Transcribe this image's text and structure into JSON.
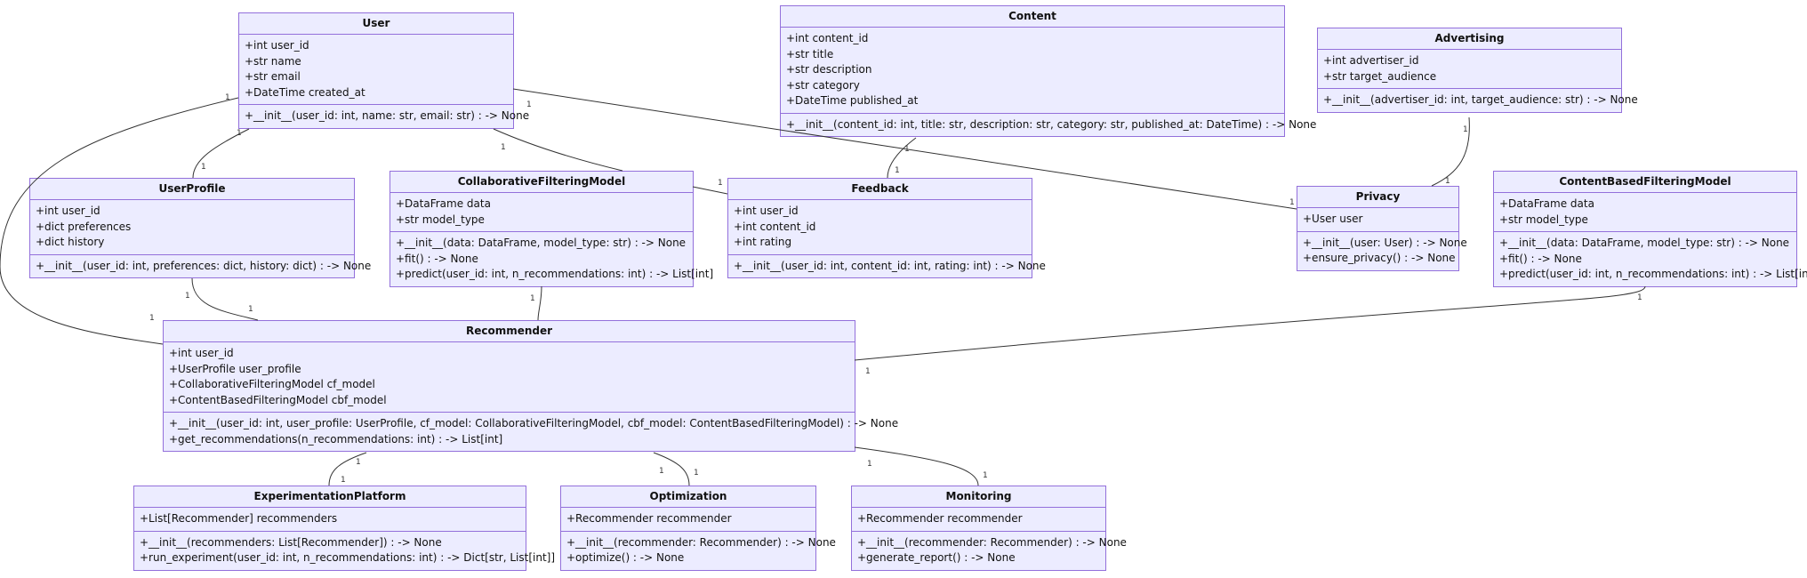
{
  "colors": {
    "box_fill": "#ececff",
    "box_border": "#9370db",
    "edge": "#333333"
  },
  "classes": [
    {
      "name": "User",
      "attributes": [
        "+int user_id",
        "+str name",
        "+str email",
        "+DateTime created_at"
      ],
      "methods": [
        "+__init__(user_id: int, name: str, email: str) : -> None"
      ]
    },
    {
      "name": "Content",
      "attributes": [
        "+int content_id",
        "+str title",
        "+str description",
        "+str category",
        "+DateTime published_at"
      ],
      "methods": [
        "+__init__(content_id: int, title: str, description: str, category: str, published_at: DateTime) : -> None"
      ]
    },
    {
      "name": "Advertising",
      "attributes": [
        "+int advertiser_id",
        "+str target_audience"
      ],
      "methods": [
        "+__init__(advertiser_id: int, target_audience: str) : -> None"
      ]
    },
    {
      "name": "UserProfile",
      "attributes": [
        "+int user_id",
        "+dict preferences",
        "+dict history"
      ],
      "methods": [
        "+__init__(user_id: int, preferences: dict, history: dict) : -> None"
      ]
    },
    {
      "name": "CollaborativeFilteringModel",
      "attributes": [
        "+DataFrame data",
        "+str model_type"
      ],
      "methods": [
        "+__init__(data: DataFrame, model_type: str) : -> None",
        "+fit() : -> None",
        "+predict(user_id: int, n_recommendations: int) : -> List[int]"
      ]
    },
    {
      "name": "Feedback",
      "attributes": [
        "+int user_id",
        "+int content_id",
        "+int rating"
      ],
      "methods": [
        "+__init__(user_id: int, content_id: int, rating: int) : -> None"
      ]
    },
    {
      "name": "Privacy",
      "attributes": [
        "+User user"
      ],
      "methods": [
        "+__init__(user: User) : -> None",
        "+ensure_privacy() : -> None"
      ]
    },
    {
      "name": "ContentBasedFilteringModel",
      "attributes": [
        "+DataFrame data",
        "+str model_type"
      ],
      "methods": [
        "+__init__(data: DataFrame, model_type: str) : -> None",
        "+fit() : -> None",
        "+predict(user_id: int, n_recommendations: int) : -> List[int]"
      ]
    },
    {
      "name": "Recommender",
      "attributes": [
        "+int user_id",
        "+UserProfile user_profile",
        "+CollaborativeFilteringModel cf_model",
        "+ContentBasedFilteringModel cbf_model"
      ],
      "methods": [
        "+__init__(user_id: int, user_profile: UserProfile, cf_model: CollaborativeFilteringModel, cbf_model: ContentBasedFilteringModel) : -> None",
        "+get_recommendations(n_recommendations: int) : -> List[int]"
      ]
    },
    {
      "name": "ExperimentationPlatform",
      "attributes": [
        "+List[Recommender] recommenders"
      ],
      "methods": [
        "+__init__(recommenders: List[Recommender]) : -> None",
        "+run_experiment(user_id: int, n_recommendations: int) : -> Dict[str, List[int]]"
      ]
    },
    {
      "name": "Optimization",
      "attributes": [
        "+Recommender recommender"
      ],
      "methods": [
        "+__init__(recommender: Recommender) : -> None",
        "+optimize() : -> None"
      ]
    },
    {
      "name": "Monitoring",
      "attributes": [
        "+Recommender recommender"
      ],
      "methods": [
        "+__init__(recommender: Recommender) : -> None",
        "+generate_report() : -> None"
      ]
    }
  ],
  "relations": [
    {
      "from": "User",
      "to": "Recommender",
      "from_mult": "1",
      "to_mult": "1"
    },
    {
      "from": "User",
      "to": "UserProfile",
      "from_mult": "1",
      "to_mult": "1"
    },
    {
      "from": "User",
      "to": "CollaborativeFilteringModel",
      "from_mult": "1",
      "to_mult": ""
    },
    {
      "from": "User",
      "to": "Privacy",
      "from_mult": "1",
      "to_mult": "1"
    },
    {
      "from": "Content",
      "to": "Feedback",
      "from_mult": "1",
      "to_mult": "1"
    },
    {
      "from": "CollaborativeFilteringModel",
      "to": "Feedback",
      "from_mult": "",
      "to_mult": "1"
    },
    {
      "from": "Advertising",
      "to": "Privacy",
      "from_mult": "1",
      "to_mult": "1"
    },
    {
      "from": "UserProfile",
      "to": "Recommender",
      "from_mult": "1",
      "to_mult": "1"
    },
    {
      "from": "CollaborativeFilteringModel",
      "to": "Recommender",
      "from_mult": "1",
      "to_mult": ""
    },
    {
      "from": "ContentBasedFilteringModel",
      "to": "Recommender",
      "from_mult": "1",
      "to_mult": "1"
    },
    {
      "from": "Recommender",
      "to": "ExperimentationPlatform",
      "from_mult": "1",
      "to_mult": "1"
    },
    {
      "from": "Recommender",
      "to": "Optimization",
      "from_mult": "1",
      "to_mult": "1"
    },
    {
      "from": "Recommender",
      "to": "Monitoring",
      "from_mult": "1",
      "to_mult": "1"
    }
  ]
}
